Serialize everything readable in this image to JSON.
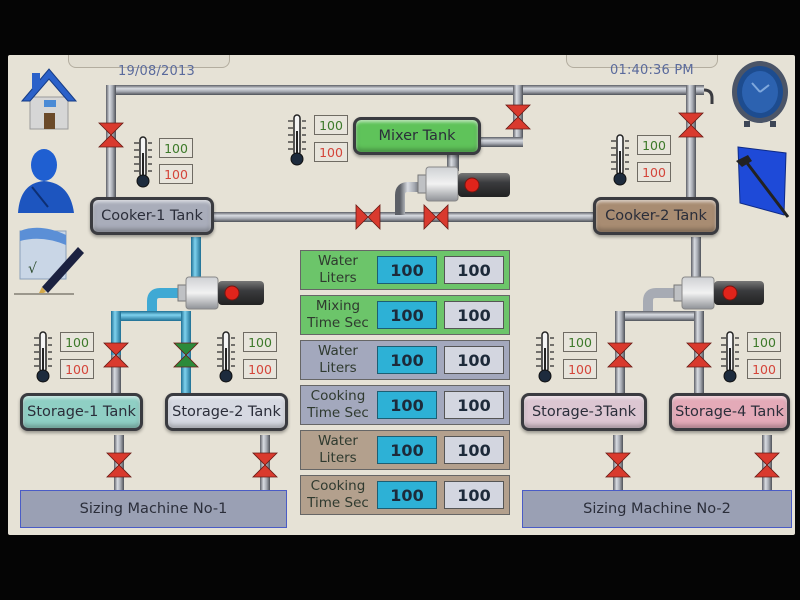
{
  "header": {
    "date": "19/08/2013",
    "time": "01:40:36 PM"
  },
  "left_icons": [
    {
      "name": "home-icon"
    },
    {
      "name": "user-icon"
    },
    {
      "name": "notes-pen-icon"
    }
  ],
  "right_icons": [
    {
      "name": "clock-icon"
    },
    {
      "name": "settings-hammer-icon"
    }
  ],
  "colors": {
    "screen_bg": "#e6e2d6",
    "valve_closed": "#d93a2e",
    "valve_open": "#2c8a3a",
    "pipe_active": "#3fa9d4",
    "pipe_idle": "#a7abb4",
    "setpoint_bg": "#2db1d6"
  },
  "tanks": {
    "cooker1": {
      "label": "Cooker-1 Tank",
      "color": "#a9adba",
      "temp_set": "100",
      "temp_actual": "100"
    },
    "mixer": {
      "label": "Mixer Tank",
      "color": "#5fc35a",
      "temp_set": "100",
      "temp_actual": "100"
    },
    "cooker2": {
      "label": "Cooker-2 Tank",
      "color": "#a88c72",
      "temp_set": "100",
      "temp_actual": "100"
    },
    "storage1": {
      "label": "Storage-1 Tank",
      "color": "#8fcfc4",
      "temp_set": "100",
      "temp_actual": "100"
    },
    "storage2": {
      "label": "Storage-2 Tank",
      "color": "#d6d9e2",
      "temp_set": "100",
      "temp_actual": "100"
    },
    "storage3": {
      "label": "Storage-3Tank",
      "color": "#dcc6d2",
      "temp_set": "100",
      "temp_actual": "100"
    },
    "storage4": {
      "label": "Storage-4 Tank",
      "color": "#e4aab8",
      "temp_set": "100",
      "temp_actual": "100"
    }
  },
  "machines": {
    "sizing1": {
      "label": "Sizing Machine No-1"
    },
    "sizing2": {
      "label": "Sizing Machine No-2"
    }
  },
  "valves": [
    {
      "id": "v-cooker1-top",
      "state": "closed"
    },
    {
      "id": "v-mixer-top",
      "state": "closed"
    },
    {
      "id": "v-cooker2-top",
      "state": "closed"
    },
    {
      "id": "v-main-left",
      "state": "closed"
    },
    {
      "id": "v-main-right",
      "state": "closed"
    },
    {
      "id": "v-storage1-in",
      "state": "closed"
    },
    {
      "id": "v-storage2-in",
      "state": "open"
    },
    {
      "id": "v-storage3-in",
      "state": "closed"
    },
    {
      "id": "v-storage4-in",
      "state": "closed"
    },
    {
      "id": "v-storage1-out",
      "state": "closed"
    },
    {
      "id": "v-storage2-out",
      "state": "closed"
    },
    {
      "id": "v-storage3-out",
      "state": "closed"
    },
    {
      "id": "v-storage4-out",
      "state": "closed"
    }
  ],
  "params": [
    {
      "label_line1": "Water",
      "label_line2": "Liters",
      "setpoint": "100",
      "actual": "100",
      "group": "mixer",
      "color": "#6cc56a"
    },
    {
      "label_line1": "Mixing",
      "label_line2": "Time Sec",
      "setpoint": "100",
      "actual": "100",
      "group": "mixer",
      "color": "#6cc56a"
    },
    {
      "label_line1": "Water",
      "label_line2": "Liters",
      "setpoint": "100",
      "actual": "100",
      "group": "cooker1",
      "color": "#a3a8bd"
    },
    {
      "label_line1": "Cooking",
      "label_line2": "Time Sec",
      "setpoint": "100",
      "actual": "100",
      "group": "cooker1",
      "color": "#a3a8bd"
    },
    {
      "label_line1": "Water",
      "label_line2": "Liters",
      "setpoint": "100",
      "actual": "100",
      "group": "cooker2",
      "color": "#b3a08d"
    },
    {
      "label_line1": "Cooking",
      "label_line2": "Time Sec",
      "setpoint": "100",
      "actual": "100",
      "group": "cooker2",
      "color": "#b3a08d"
    }
  ]
}
